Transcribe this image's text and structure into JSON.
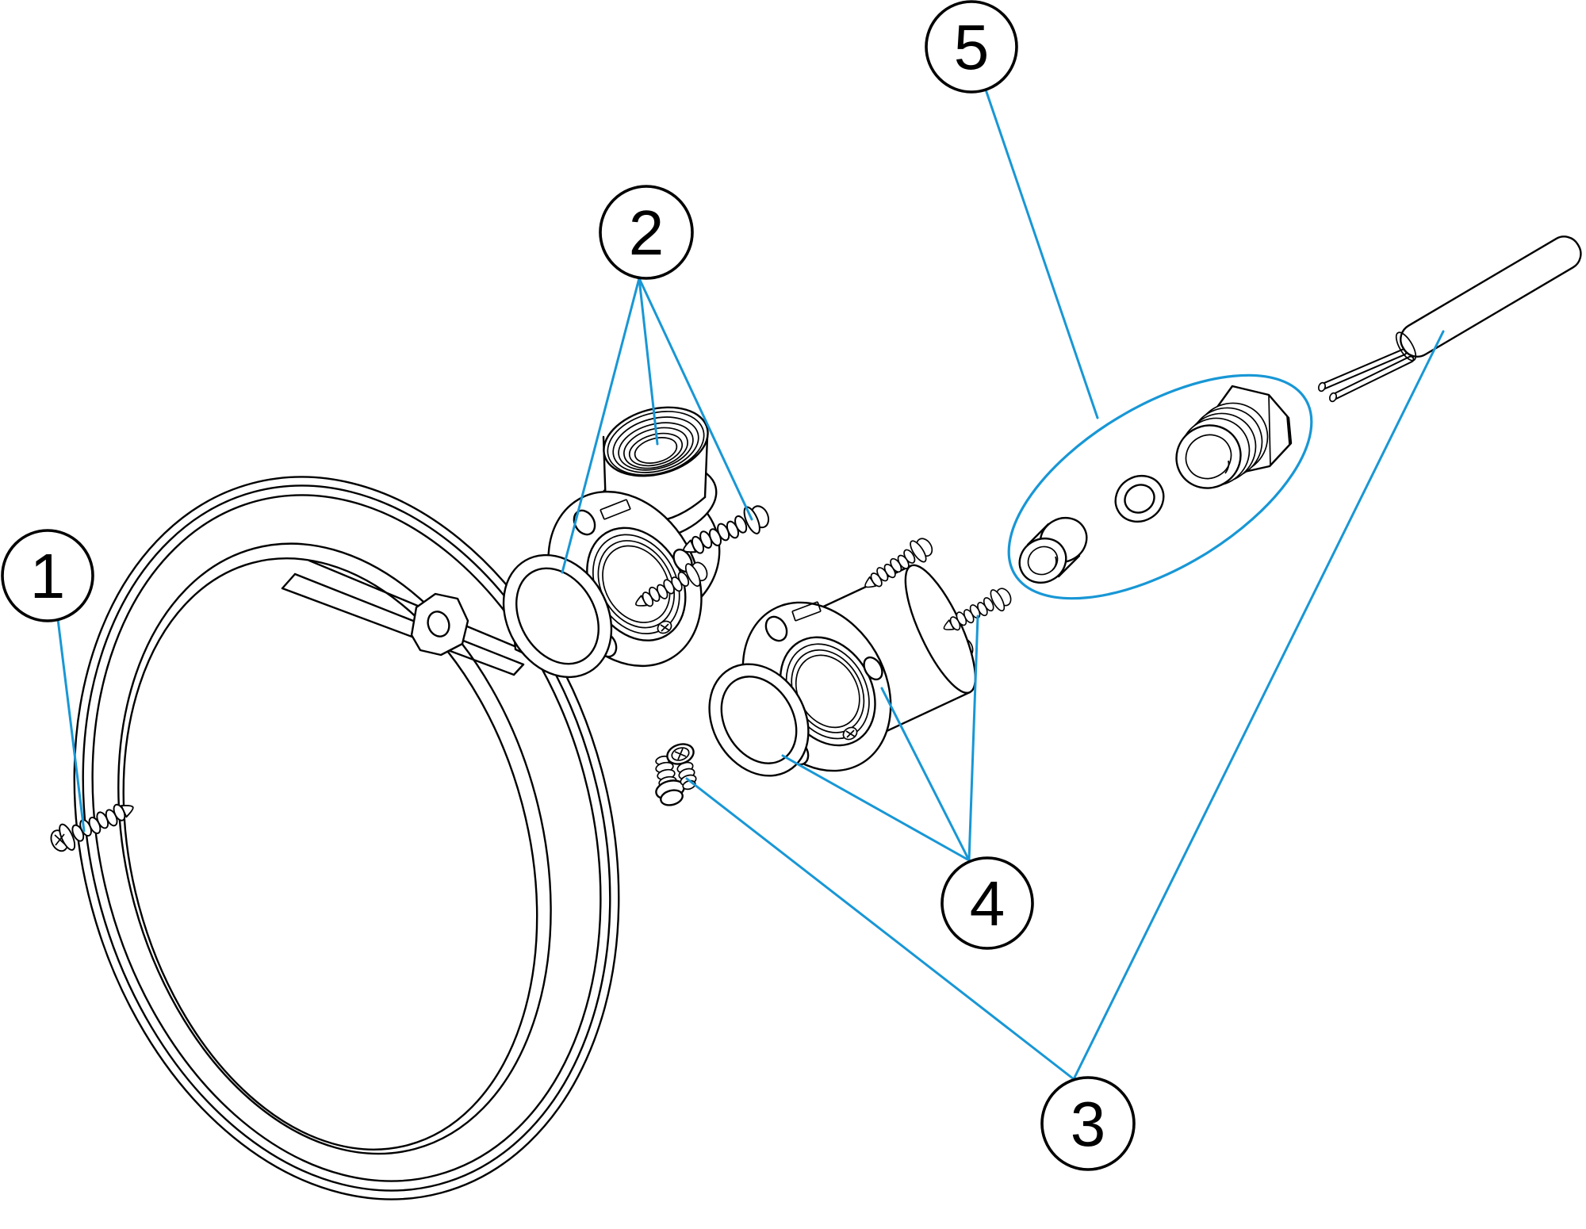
{
  "diagram": {
    "type": "exploded-parts-diagram",
    "background_color": "#ffffff",
    "outline_color": "#000000",
    "leader_color": "#1897d5",
    "callouts": [
      {
        "label": "1"
      },
      {
        "label": "2"
      },
      {
        "label": "3"
      },
      {
        "label": "4"
      },
      {
        "label": "5"
      }
    ]
  }
}
